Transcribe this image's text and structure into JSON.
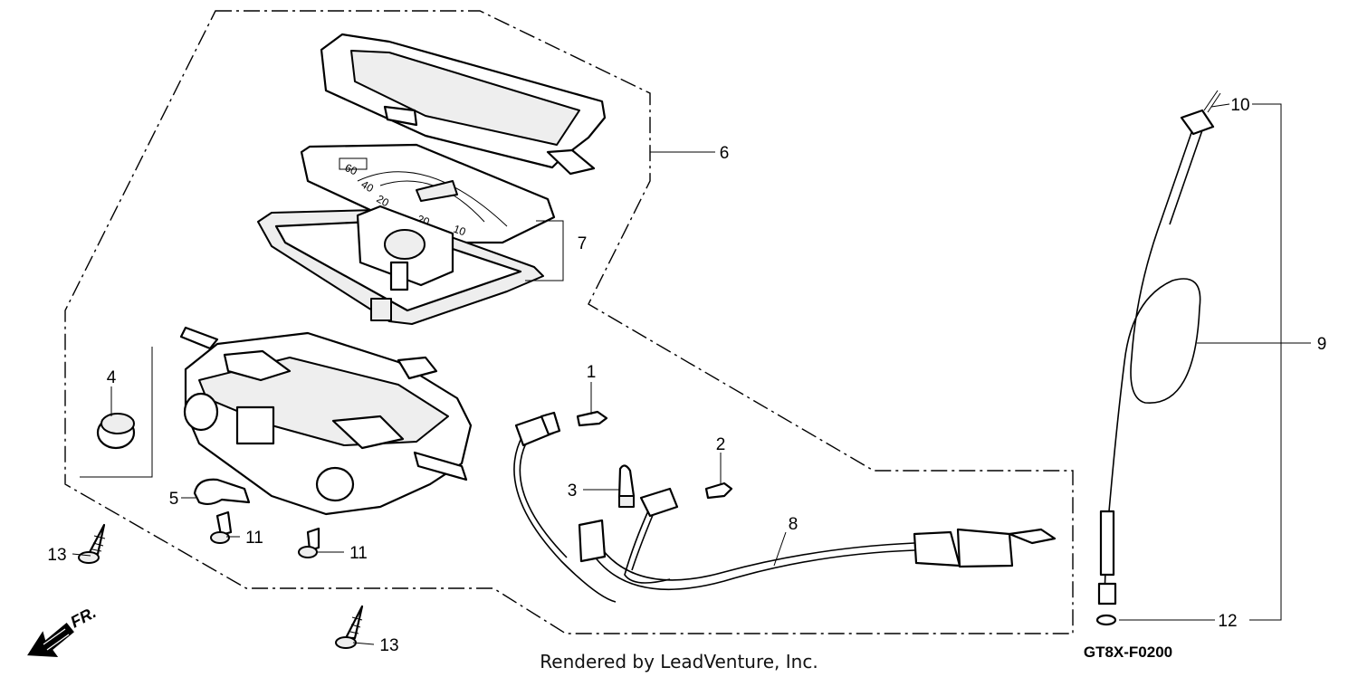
{
  "callouts": {
    "c1": "1",
    "c2": "2",
    "c3": "3",
    "c4": "4",
    "c5": "5",
    "c6": "6",
    "c7": "7",
    "c8": "8",
    "c9": "9",
    "c10": "10",
    "c11a": "11",
    "c11b": "11",
    "c12": "12",
    "c13a": "13",
    "c13b": "13"
  },
  "direction_label": "FR.",
  "footer_text": "Rendered by LeadVenture, Inc.",
  "diagram_code": "GT8X-F0200"
}
